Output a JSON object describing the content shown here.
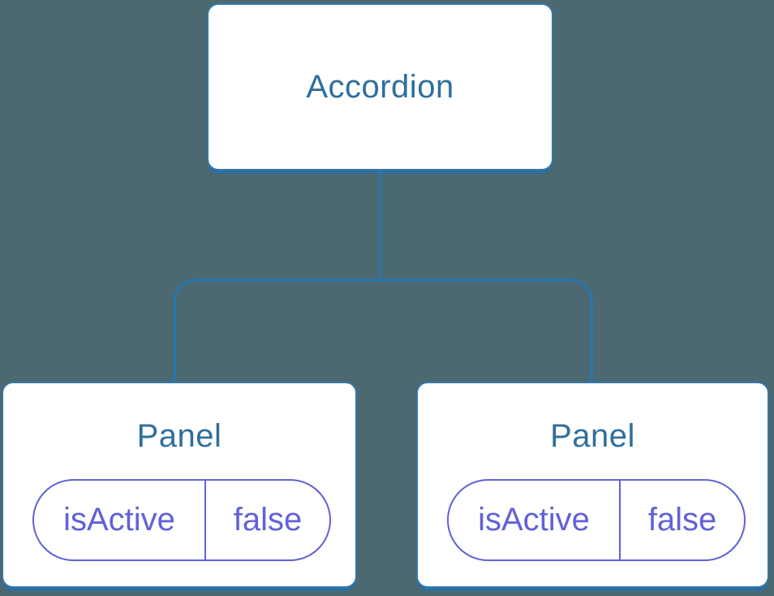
{
  "diagram": {
    "type": "component-tree",
    "colors": {
      "background": "#4C6870",
      "node_fill": "#FFFFFF",
      "node_border": "#3478A8",
      "node_shadow": "#2D6F9E",
      "connector": "#2E74A4",
      "title_text": "#2F6F9D",
      "accent_purple": "#6161DA"
    },
    "root": {
      "label": "Accordion"
    },
    "children": [
      {
        "label": "Panel",
        "state": {
          "key": "isActive",
          "value": "false"
        }
      },
      {
        "label": "Panel",
        "state": {
          "key": "isActive",
          "value": "false"
        }
      }
    ]
  }
}
